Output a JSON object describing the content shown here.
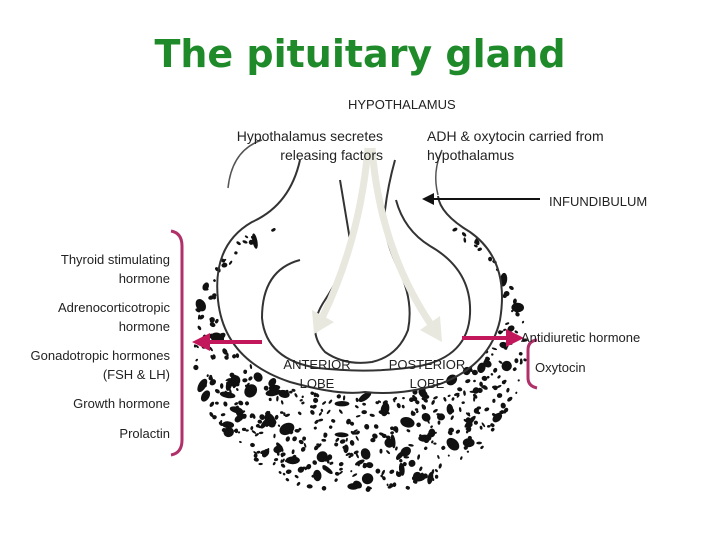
{
  "title": "The pituitary gland",
  "labels": {
    "hypothalamus": "HYPOTHALAMUS",
    "hypothalamus_secretes_line1": "Hypothalamus secretes",
    "hypothalamus_secretes_line2": "releasing factors",
    "adh_line1": "ADH & oxytocin carried from",
    "adh_line2": "hypothalamus",
    "infundibulum": "INFUNDIBULUM",
    "anterior_line1": "ANTERIOR",
    "anterior_line2": "LOBE",
    "posterior_line1": "POSTERIOR",
    "posterior_line2": "LOBE"
  },
  "anterior_hormones": [
    {
      "line1": "Thyroid stimulating",
      "line2": "hormone"
    },
    {
      "line1": "Adrenocorticotropic",
      "line2": "hormone"
    },
    {
      "line1": "Gonadotropic hormones",
      "line2": "(FSH & LH)"
    },
    {
      "line1": "Growth hormone",
      "line2": ""
    },
    {
      "line1": "Prolactin",
      "line2": ""
    }
  ],
  "posterior_hormones": [
    "Antidiuretic hormone",
    "Oxytocin"
  ],
  "colors": {
    "title": "#1f8a2a",
    "bracket": "#b0306a",
    "arrow_magenta": "#c2185b",
    "flow_arrow": "#e8e8de",
    "outline": "#333333"
  }
}
